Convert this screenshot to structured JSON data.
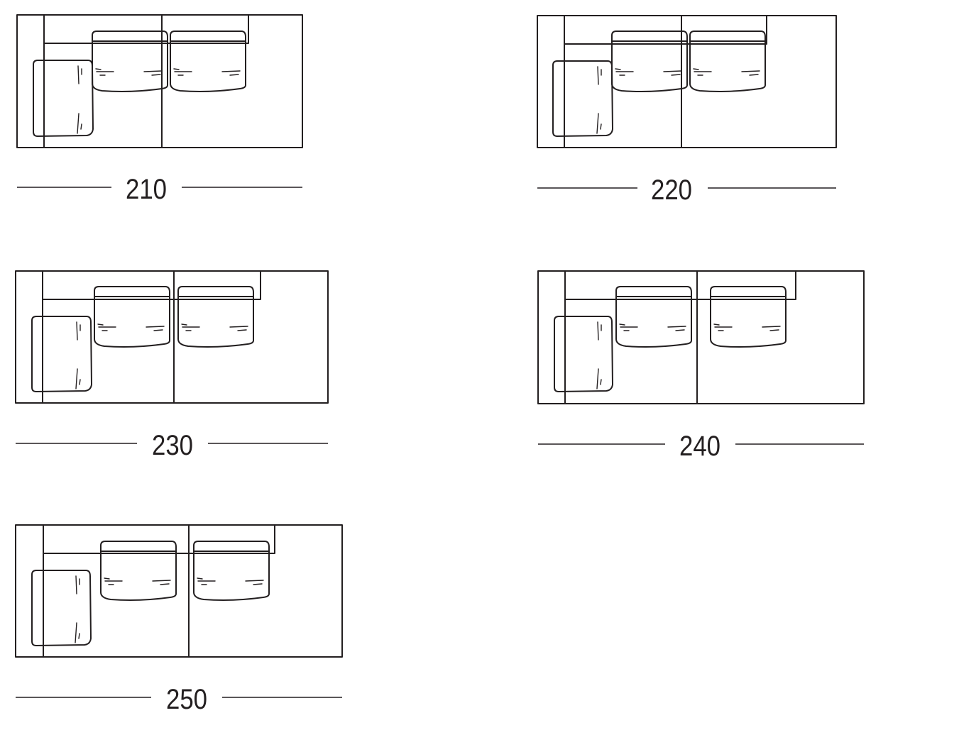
{
  "diagram": {
    "line_color": "#231f20",
    "background": "#ffffff",
    "sofas": [
      {
        "width_label": "210"
      },
      {
        "width_label": "220"
      },
      {
        "width_label": "230"
      },
      {
        "width_label": "240"
      },
      {
        "width_label": "250"
      }
    ]
  }
}
